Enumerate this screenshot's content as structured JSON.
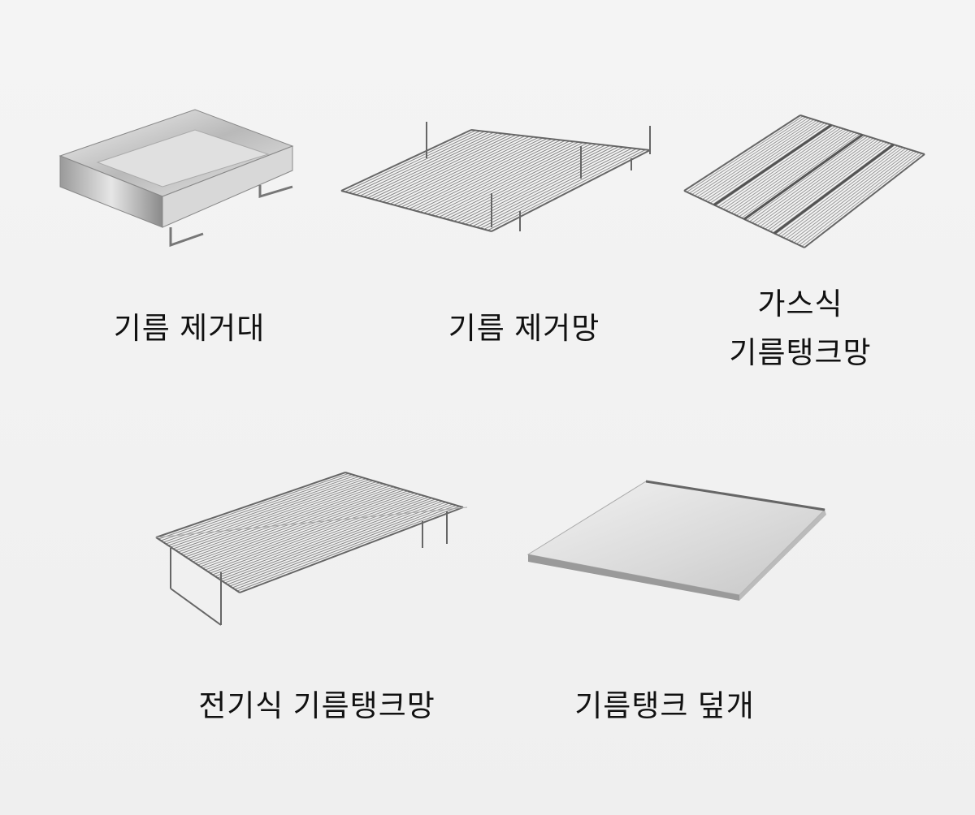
{
  "products": [
    {
      "name": "기름 제거대",
      "icon": "grease-tray-image"
    },
    {
      "name": "기름 제거망",
      "icon": "grease-filter-grill-image"
    },
    {
      "name_lines": [
        "가스식",
        "기름탱크망"
      ],
      "icon": "gas-oil-tank-grid-image"
    },
    {
      "name": "전기식 기름탱크망",
      "icon": "electric-oil-tank-grid-image"
    },
    {
      "name": "기름탱크 덮개",
      "icon": "oil-tank-cover-image"
    }
  ]
}
